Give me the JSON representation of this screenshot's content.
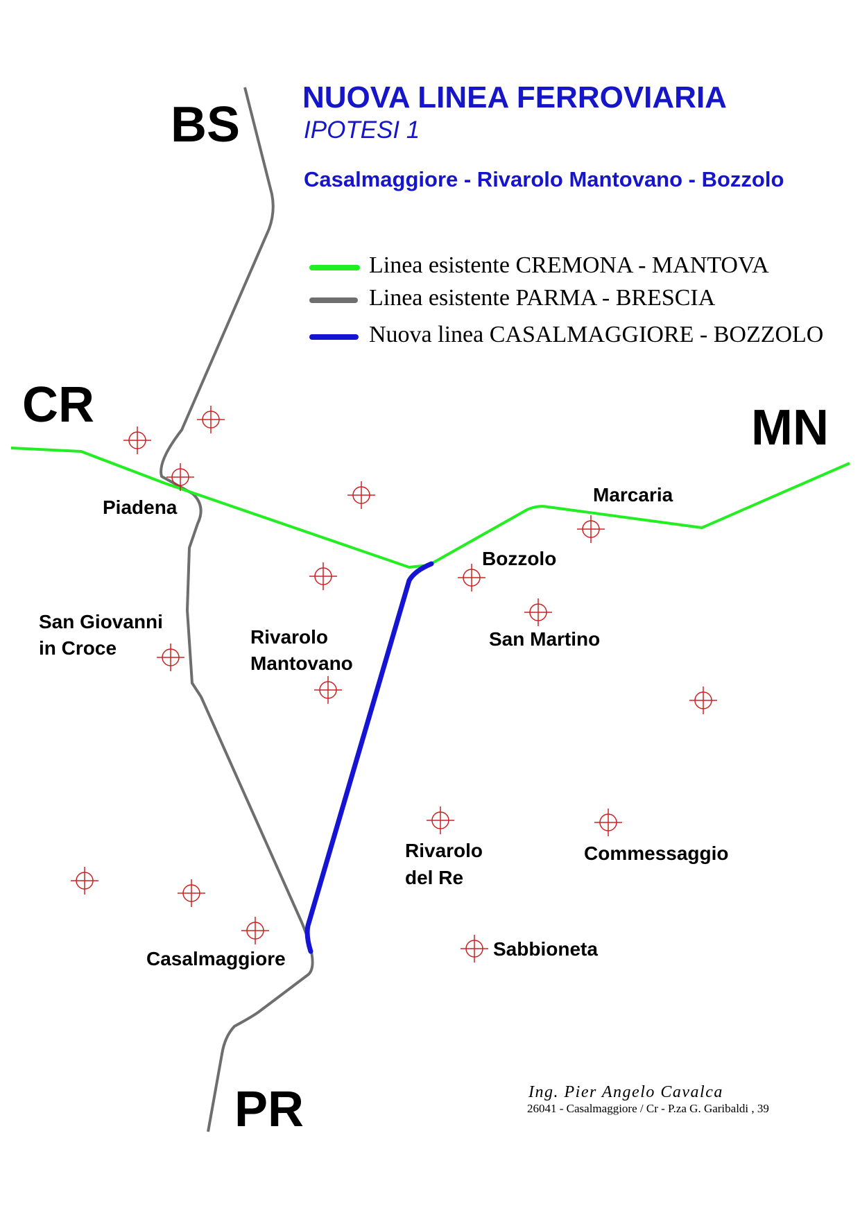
{
  "title": {
    "main": "NUOVA LINEA FERROVIARIA",
    "sub": "IPOTESI 1",
    "route": "Casalmaggiore - Rivarolo Mantovano - Bozzolo"
  },
  "legend": [
    {
      "label": "Linea esistente CREMONA - MANTOVA",
      "color": "#22ee22"
    },
    {
      "label": "Linea esistente PARMA - BRESCIA",
      "color": "#6e6e6e"
    },
    {
      "label": "Nuova linea CASALMAGGIORE - BOZZOLO",
      "color": "#1414d2"
    }
  ],
  "provinces": {
    "bs": "BS",
    "cr": "CR",
    "mn": "MN",
    "pr": "PR"
  },
  "towns": {
    "piadena": "Piadena",
    "marcaria": "Marcaria",
    "bozzolo": "Bozzolo",
    "san_giovanni_1": "San Giovanni",
    "san_giovanni_2": "in Croce",
    "rivarolo_mantovano_1": "Rivarolo",
    "rivarolo_mantovano_2": "Mantovano",
    "san_martino": "San Martino",
    "rivarolo_del_re_1": "Rivarolo",
    "rivarolo_del_re_2": "del Re",
    "commessaggio": "Commessaggio",
    "casalmaggiore": "Casalmaggiore",
    "sabbioneta": "Sabbioneta"
  },
  "credit": {
    "name": "Ing. Pier Angelo Cavalca",
    "address": "26041 - Casalmaggiore / Cr  -  P.za G. Garibaldi , 39"
  },
  "colors": {
    "existing_cremona_mantova": "#22ee22",
    "existing_parma_brescia": "#6e6e6e",
    "new_line": "#1414d2",
    "town_marker": "#cc2222",
    "title": "#1616c8"
  }
}
